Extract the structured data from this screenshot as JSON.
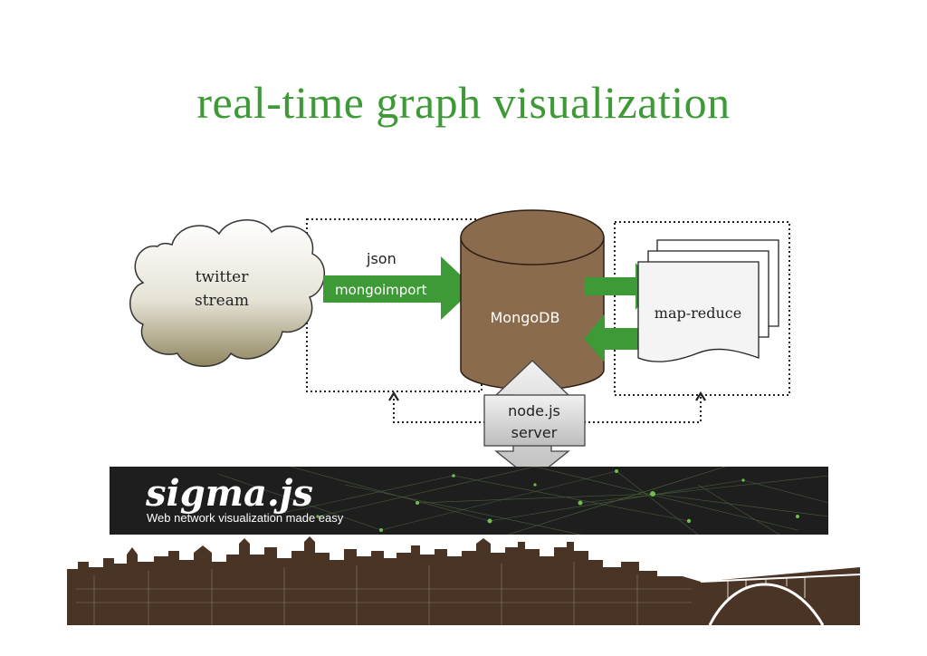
{
  "title": "real-time graph visualization",
  "nodes": {
    "twitter": "twitter\nstream",
    "twitter_line1": "twitter",
    "twitter_line2": "stream",
    "mongodb": "MongoDB",
    "mapreduce": "map-reduce",
    "nodejs_line1": "node.js",
    "nodejs_line2": "server"
  },
  "edges": {
    "json_label": "json",
    "mongoimport_label": "mongoimport"
  },
  "banner": {
    "logo": "sigma.js",
    "tagline": "Web network visualization made easy"
  },
  "colors": {
    "title": "#3d9a36",
    "arrow_green": "#3d9a36",
    "mongodb_fill": "#8b6b4e",
    "banner_bg": "#1e1e1e",
    "skyline": "#4a3426"
  },
  "icons": [
    "cloud-shape",
    "cylinder-database",
    "document-stack",
    "double-arrow",
    "city-skyline"
  ]
}
